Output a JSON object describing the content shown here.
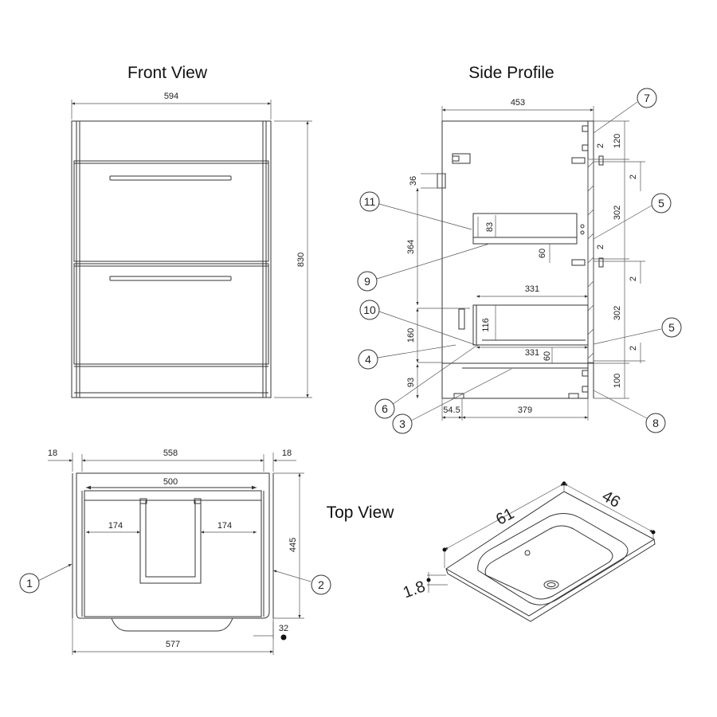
{
  "titles": {
    "front": "Front View",
    "side": "Side Profile",
    "top": "Top View"
  },
  "front": {
    "width": "594",
    "height": "830"
  },
  "side": {
    "depth": "453",
    "top_gap": "120",
    "gap_a": "2",
    "gap_b": "2",
    "drawer_a": "302",
    "gap_c": "2",
    "gap_d": "2",
    "drawer_b": "302",
    "gap_e": "2",
    "plinth": "100",
    "handle_h": "36",
    "to_top_drawer": "364",
    "tray_h": "83",
    "slide_h": "60",
    "inner_w_top": "331",
    "lower_tray_h": "116",
    "lower_depth": "160",
    "inner_w_bottom": "331",
    "slide_h2": "60",
    "base_h": "93",
    "foot_offset": "54.5",
    "inner_depth": "379"
  },
  "callouts": [
    "1",
    "2",
    "3",
    "4",
    "5",
    "5",
    "6",
    "7",
    "8",
    "9",
    "10",
    "11"
  ],
  "plan": {
    "side_left": "18",
    "inner": "558",
    "side_right": "18",
    "drawer_inner": "500",
    "cut_left": "174",
    "cut_right": "174",
    "depth": "445",
    "overall": "577",
    "overhang": "32"
  },
  "basin": {
    "length": "61",
    "width": "46",
    "thickness": "1.8"
  }
}
